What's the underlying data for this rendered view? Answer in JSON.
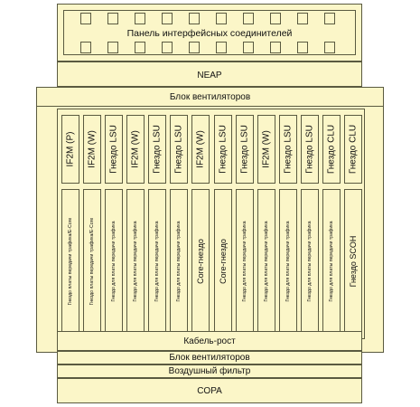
{
  "connector_panel": {
    "label": "Панель интерфейсных соединителей"
  },
  "neap": {
    "label": "NEAP"
  },
  "fan_top": {
    "label": "Блок вентиляторов"
  },
  "top_slots": [
    "IF2M (P)",
    "IF2M (W)",
    "Гнездо LSU",
    "IF2M (W)",
    "Гнездо LSU",
    "Гнездо LSU",
    "IF2M (W)",
    "Гнездо LSU",
    "Гнездо LSU",
    "IF2M (W)",
    "Гнездо LSU",
    "Гнездо LSU",
    "Гнездо CLU",
    "Гнездо CLU"
  ],
  "bottom_slots": [
    "Гнездо платы передачи трафика/E-Core",
    "Гнездо платы передачи трафика/E-Core",
    "Гнездо для платы передачи трафика",
    "Гнездо для платы передачи трафика",
    "Гнездо для платы передачи трафика",
    "Гнездо для платы передачи трафика",
    "Core-гнездо",
    "Core-гнездо",
    "Гнездо для платы передачи трафика",
    "Гнездо для платы передачи трафика",
    "Гнездо для платы передачи трафика",
    "Гнездо для платы передачи трафика",
    "Гнездо для платы передачи трафика",
    "Гнездо SCOH"
  ],
  "cable_rack": {
    "label": "Кабель-рост"
  },
  "fan_bottom": {
    "label": "Блок вентиляторов"
  },
  "air_filter": {
    "label": "Воздушный фильтр"
  },
  "copa": {
    "label": "COPA"
  }
}
